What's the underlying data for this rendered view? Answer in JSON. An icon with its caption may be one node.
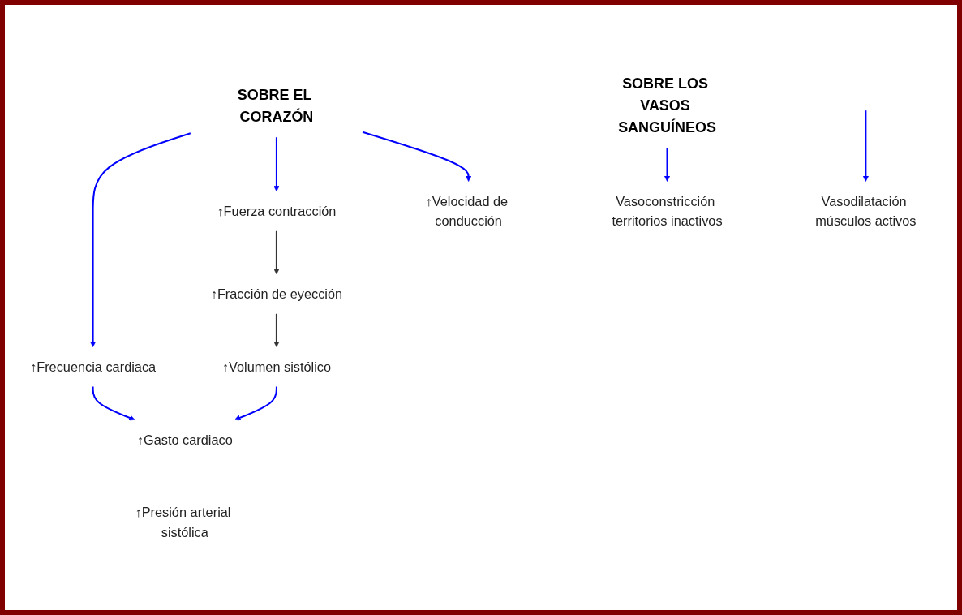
{
  "diagram": {
    "nodes": [
      {
        "text": [
          "SOBRE EL CORAZÓN"
        ]
      },
      {
        "text": [
          "↑Frecuencia cardiaca"
        ]
      },
      {
        "text": [
          "↑Fuerza contracción"
        ]
      },
      {
        "text": [
          "↑Velocidad de conducción"
        ]
      },
      {
        "text": [
          "↑Fracción de eyección"
        ]
      },
      {
        "text": [
          "↑Volumen sistólico"
        ]
      },
      {
        "text": [
          "↑Gasto cardiaco"
        ]
      },
      {
        "text": [
          "↑Presión arterial sistólica"
        ]
      },
      {
        "text": [
          "SOBRE LOS VASOS SANGUÍNEOS"
        ]
      },
      {
        "text": [
          "Vasoconstricción territorios inactivos"
        ]
      },
      {
        "text": [
          "Vasodilatación músculos activos"
        ]
      }
    ],
    "edges": [
      {
        "from": 0,
        "to": 1,
        "arrow": "to",
        "color": "#0000ff"
      },
      {
        "from": 0,
        "to": 2,
        "arrow": "to",
        "color": "#0000ff"
      },
      {
        "from": 0,
        "to": 3,
        "arrow": "to",
        "color": "#0000ff"
      },
      {
        "from": 2,
        "to": 4,
        "arrow": "to",
        "color": "#333333"
      },
      {
        "from": 4,
        "to": 5,
        "arrow": "to",
        "color": "#333333"
      },
      {
        "from": 1,
        "to": 6,
        "arrow": "to",
        "color": "#0000ff"
      },
      {
        "from": 5,
        "to": 6,
        "arrow": "to",
        "color": "#0000ff"
      },
      {
        "from": 8,
        "to": 9,
        "arrow": "to",
        "color": "#0000ff"
      },
      {
        "from": null,
        "to": 10,
        "arrow": "to",
        "color": "#0000ff"
      }
    ]
  }
}
